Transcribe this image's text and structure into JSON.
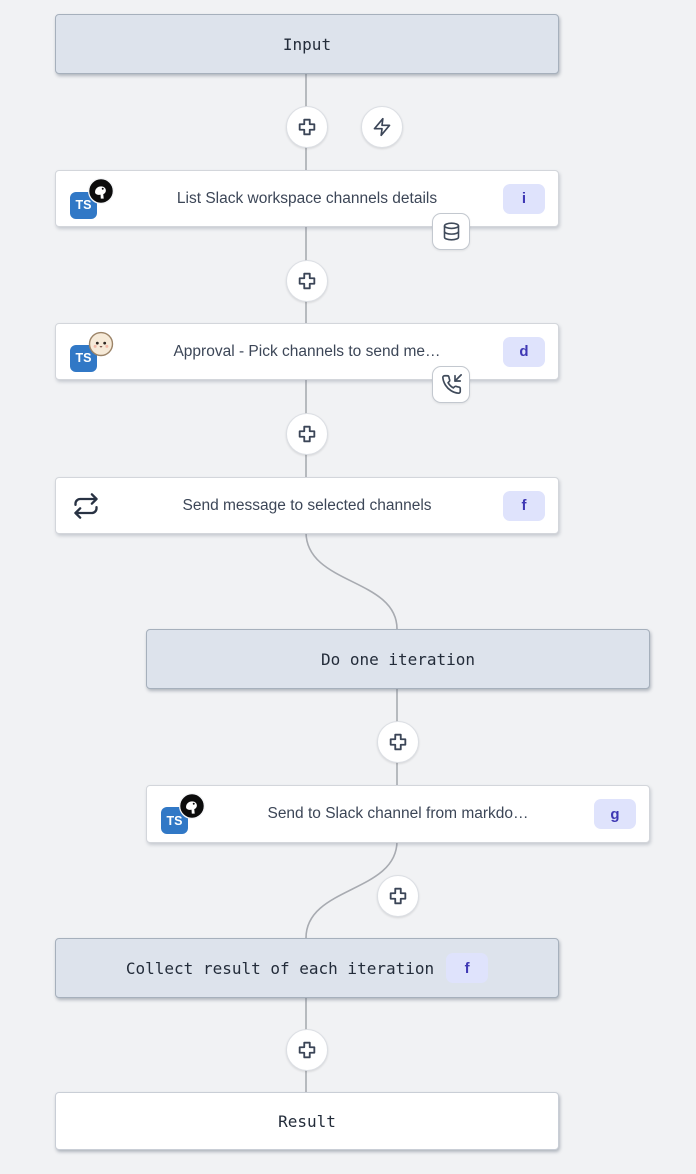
{
  "canvas": {
    "background": "#f1f2f4"
  },
  "colors": {
    "header_node_bg": "#dde3ec",
    "header_node_border": "#a6b0bc",
    "node_bg": "#ffffff",
    "node_border": "#d3d6db",
    "connector": "#a8abb1",
    "icon_stroke": "#3b4557",
    "badge_bg": "#dfe3fc",
    "badge_text": "#3f38b4",
    "ts_blue": "#3178c6"
  },
  "icons": {
    "plus": "outlined-cross",
    "trigger": "zap-lightning",
    "cache": "database-cylinder",
    "suspend": "phone-incoming",
    "loop": "repeat-arrows",
    "deno": "black-circle-dino",
    "bun": "cream-bun-face"
  },
  "nodes": {
    "input": {
      "label": "Input"
    },
    "list_channels": {
      "label": "List Slack workspace channels details",
      "badge": "i",
      "lang_label": "TS"
    },
    "approval": {
      "label": "Approval - Pick channels to send me…",
      "badge": "d",
      "lang_label": "TS"
    },
    "forloop": {
      "label": "Send message to selected channels",
      "badge": "f"
    },
    "iteration": {
      "label": "Do one iteration"
    },
    "send_markdown": {
      "label": "Send to Slack channel from markdo…",
      "badge": "g",
      "lang_label": "TS"
    },
    "collect": {
      "label": "Collect result of each iteration",
      "badge": "f"
    },
    "result": {
      "label": "Result"
    }
  }
}
